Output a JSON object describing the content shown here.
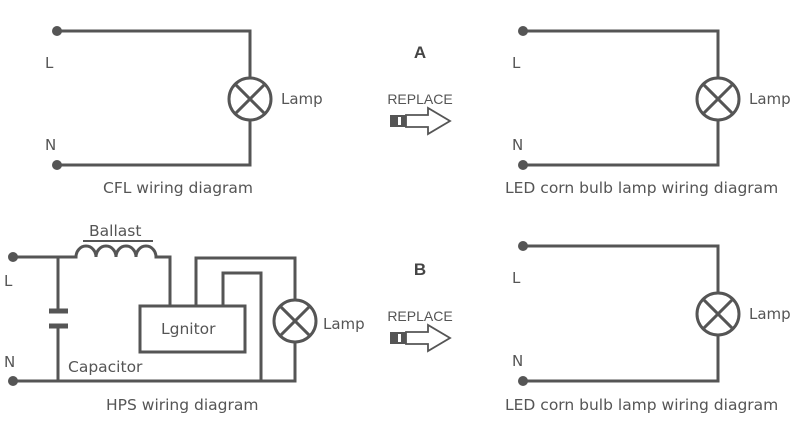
{
  "colors": {
    "wire": "#555555",
    "text": "#555555",
    "background": "#ffffff"
  },
  "section_a": {
    "letter": "A",
    "replace_label": "REPLACE",
    "left": {
      "terminal_l": "L",
      "terminal_n": "N",
      "lamp_label": "Lamp",
      "caption": "CFL wiring diagram"
    },
    "right": {
      "terminal_l": "L",
      "terminal_n": "N",
      "lamp_label": "Lamp",
      "caption": "LED corn bulb lamp wiring diagram"
    }
  },
  "section_b": {
    "letter": "B",
    "replace_label": "REPLACE",
    "left": {
      "terminal_l": "L",
      "terminal_n": "N",
      "ballast_label": "Ballast",
      "ignitor_label": "Lgnitor",
      "capacitor_label": "Capacitor",
      "lamp_label": "Lamp",
      "caption": "HPS wiring diagram"
    },
    "right": {
      "terminal_l": "L",
      "terminal_n": "N",
      "lamp_label": "Lamp",
      "caption": "LED corn bulb lamp wiring diagram"
    }
  }
}
